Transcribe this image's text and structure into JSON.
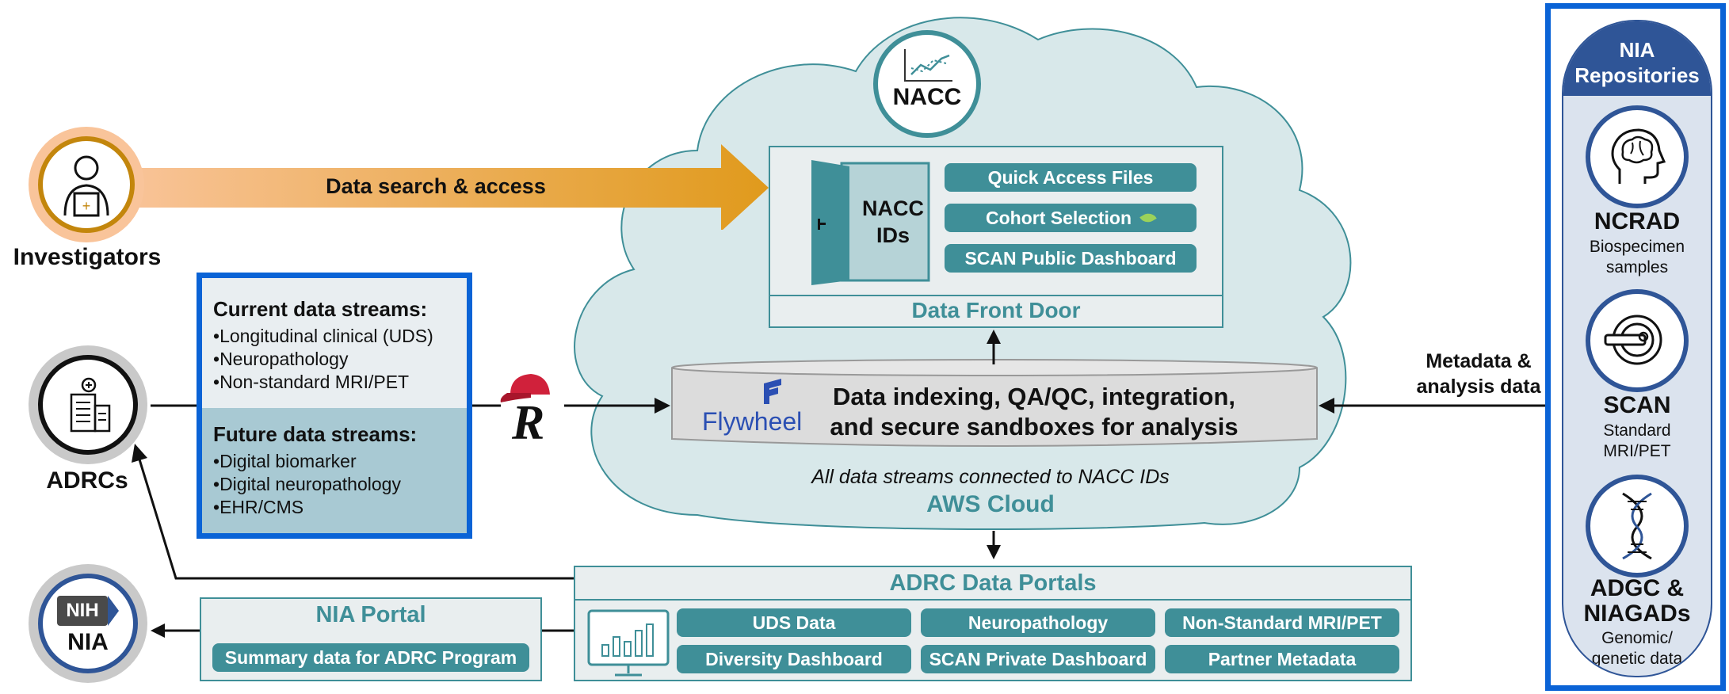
{
  "investigators": {
    "label": "Investigators",
    "arrow_label": "Data search & access"
  },
  "nacc": {
    "label": "NACC"
  },
  "front_door": {
    "title": "Data Front Door",
    "ids_label": "NACC IDs",
    "buttons": [
      "Quick Access Files",
      "Cohort Selection",
      "SCAN Public Dashboard"
    ]
  },
  "adrcs": {
    "label": "ADRCs"
  },
  "streams": {
    "current_title": "Current data streams:",
    "current_items": [
      "Longitudinal clinical (UDS)",
      "Neuropathology",
      "Non-standard MRI/PET"
    ],
    "future_title": "Future data streams:",
    "future_items": [
      "Digital biomarker",
      "Digital neuropathology",
      "EHR/CMS"
    ]
  },
  "flywheel": {
    "logo_text": "Flywheel",
    "description_line1": "Data indexing, QA/QC, integration,",
    "description_line2": "and secure sandboxes for analysis"
  },
  "cloud": {
    "caption": "All data streams connected to NACC IDs",
    "title": "AWS Cloud"
  },
  "metadata_label": {
    "line1": "Metadata &",
    "line2": "analysis data"
  },
  "repositories": {
    "title_line1": "NIA",
    "title_line2": "Repositories",
    "items": [
      {
        "name": "NCRAD",
        "desc_line1": "Biospecimen",
        "desc_line2": "samples",
        "icon": "brain-head-icon"
      },
      {
        "name": "SCAN",
        "desc_line1": "Standard",
        "desc_line2": "MRI/PET",
        "icon": "scanner-icon"
      },
      {
        "name_line1": "ADGC &",
        "name_line2": "NIAGADs",
        "desc_line1": "Genomic/",
        "desc_line2": "genetic data",
        "icon": "dna-icon"
      }
    ]
  },
  "portals": {
    "title": "ADRC Data Portals",
    "buttons": [
      "UDS Data",
      "Neuropathology",
      "Non-Standard MRI/PET",
      "Diversity Dashboard",
      "SCAN Private Dashboard",
      "Partner Metadata"
    ]
  },
  "nia_portal": {
    "title": "NIA Portal",
    "button": "Summary data for ADRC Program"
  },
  "nia": {
    "label": "NIA",
    "badge": "NIH"
  },
  "colors": {
    "teal": "#3f8f98",
    "cloud_fill": "#d8e8ea",
    "blue_border": "#0a63d6",
    "repo_header": "#2f5597",
    "arrow_orange_start": "#f9c49a",
    "arrow_orange_end": "#e09a1c"
  }
}
